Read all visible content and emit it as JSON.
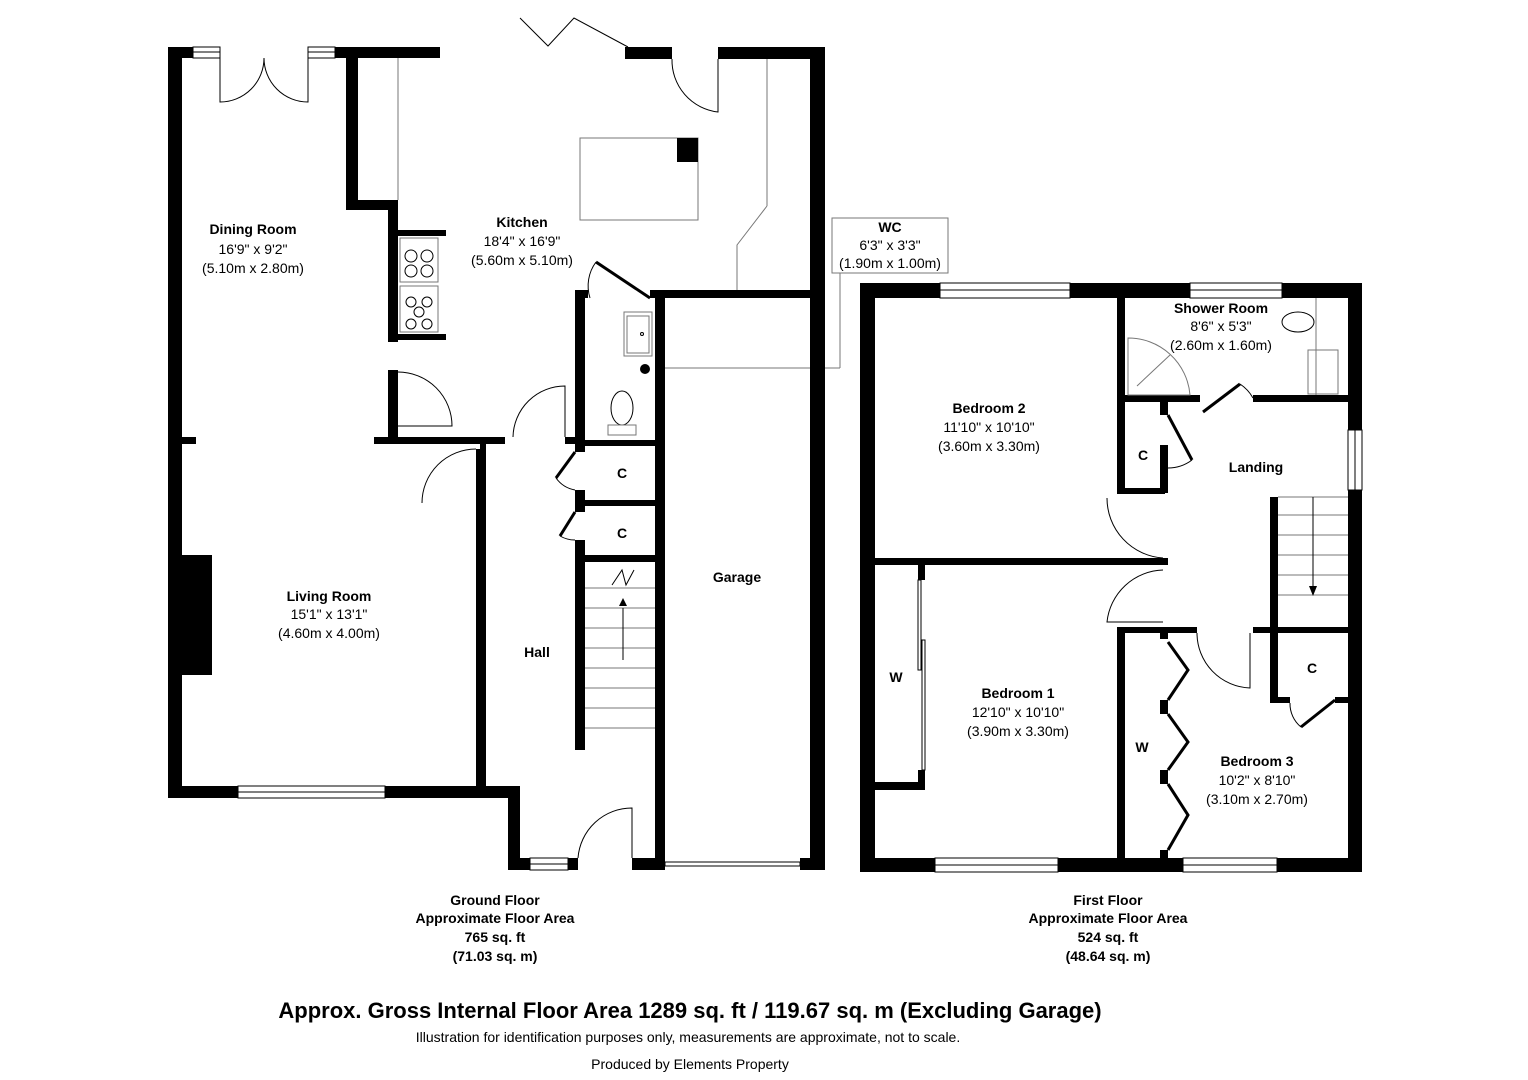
{
  "ground_floor": {
    "rooms": {
      "dining": {
        "name": "Dining Room",
        "imperial": "16'9\" x 9'2\"",
        "metric": "(5.10m x 2.80m)"
      },
      "kitchen": {
        "name": "Kitchen",
        "imperial": "18'4\" x 16'9\"",
        "metric": "(5.60m x 5.10m)"
      },
      "wc": {
        "name": "WC",
        "imperial": "6'3\" x 3'3\"",
        "metric": "(1.90m x 1.00m)"
      },
      "living": {
        "name": "Living Room",
        "imperial": "15'1\" x 13'1\"",
        "metric": "(4.60m x 4.00m)"
      },
      "hall": {
        "name": "Hall"
      },
      "garage": {
        "name": "Garage"
      },
      "cupboard1": {
        "name": "C"
      },
      "cupboard2": {
        "name": "C"
      }
    },
    "caption": {
      "line1": "Ground Floor",
      "line2": "Approximate Floor Area",
      "line3": "765 sq. ft",
      "line4": "(71.03 sq. m)"
    }
  },
  "first_floor": {
    "rooms": {
      "shower": {
        "name": "Shower Room",
        "imperial": "8'6\" x 5'3\"",
        "metric": "(2.60m x 1.60m)"
      },
      "bedroom2": {
        "name": "Bedroom 2",
        "imperial": "11'10\" x 10'10\"",
        "metric": "(3.60m x 3.30m)"
      },
      "landing": {
        "name": "Landing"
      },
      "bedroom1": {
        "name": "Bedroom 1",
        "imperial": "12'10\" x 10'10\"",
        "metric": "(3.90m x 3.30m)"
      },
      "bedroom3": {
        "name": "Bedroom 3",
        "imperial": "10'2\" x 8'10\"",
        "metric": "(3.10m x 2.70m)"
      },
      "cupboard_landing": {
        "name": "C"
      },
      "cupboard_bed3": {
        "name": "C"
      },
      "wardrobe1": {
        "name": "W"
      },
      "wardrobe3": {
        "name": "W"
      }
    },
    "caption": {
      "line1": "First Floor",
      "line2": "Approximate Floor Area",
      "line3": "524 sq. ft",
      "line4": "(48.64 sq. m)"
    }
  },
  "footer": {
    "total": "Approx. Gross Internal Floor Area 1289 sq. ft / 119.67 sq. m (Excluding Garage)",
    "disclaimer": "Illustration for identification purposes only, measurements are approximate, not to scale.",
    "credit": "Produced by Elements Property"
  }
}
